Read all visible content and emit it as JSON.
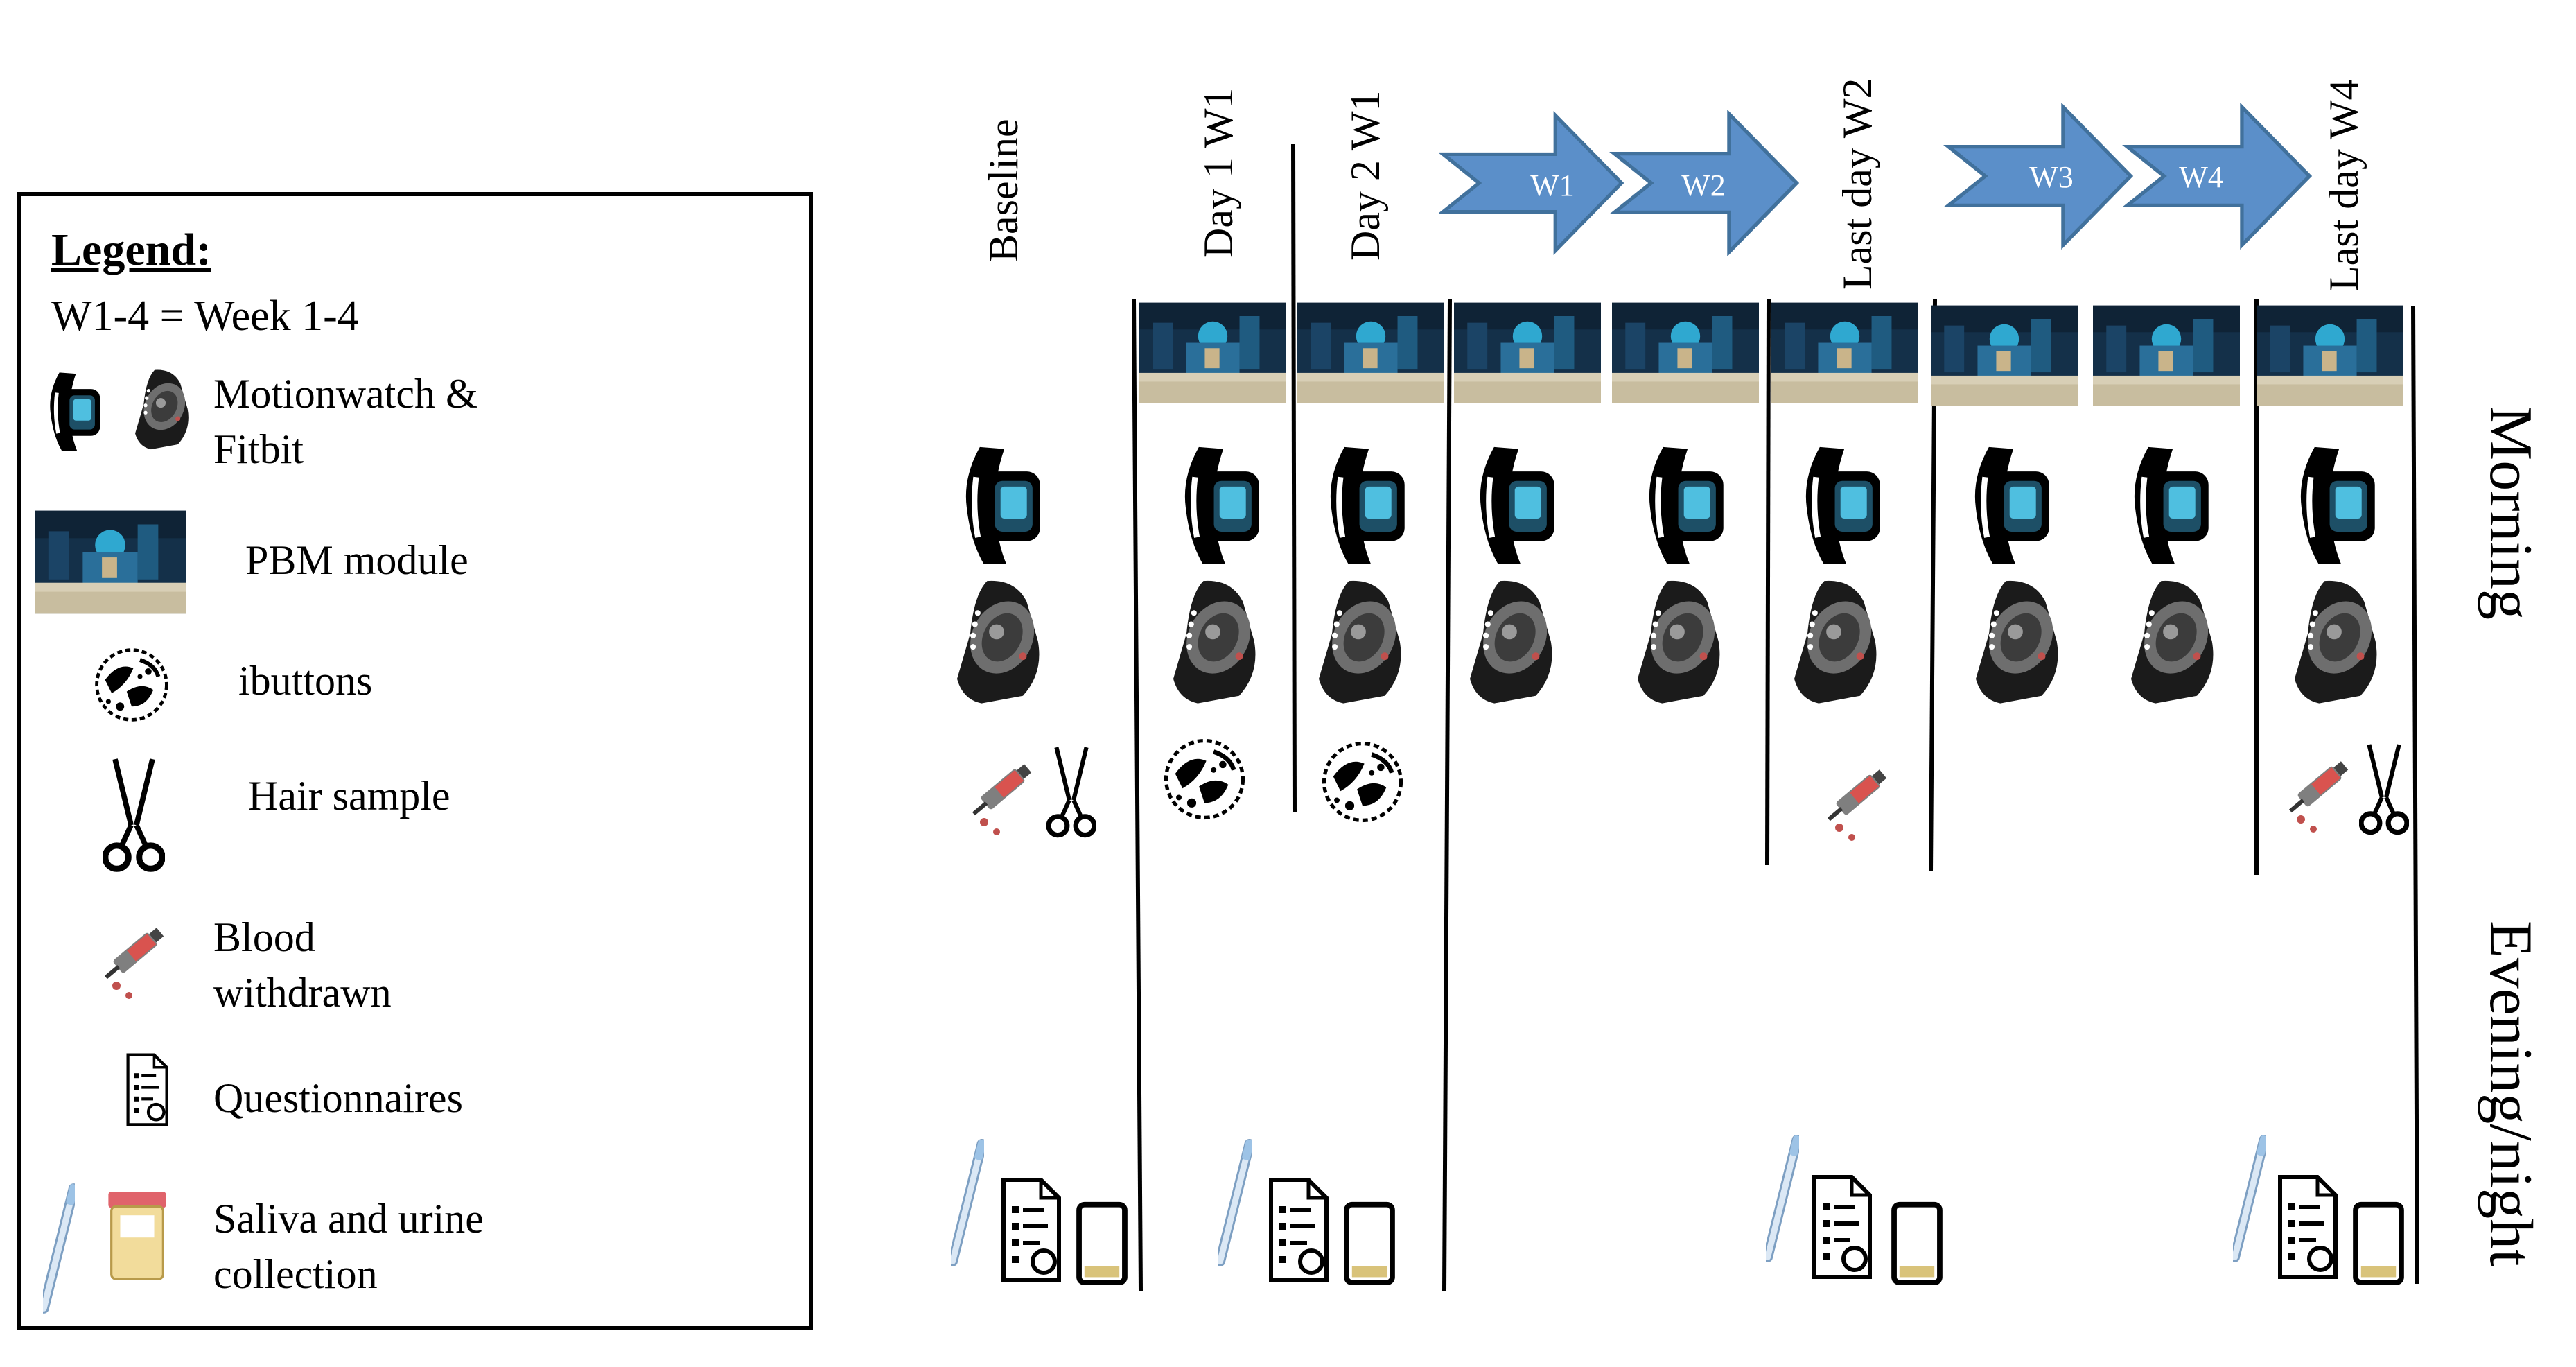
{
  "legend": {
    "title": "Legend:",
    "abbrev": "W1-4 = Week 1-4",
    "items": {
      "motionwatch": [
        "Motionwatch &",
        "Fitbit"
      ],
      "pbm": [
        "PBM module"
      ],
      "ibuttons": [
        "ibuttons"
      ],
      "hair": [
        "Hair sample"
      ],
      "blood": [
        "Blood",
        "withdrawn"
      ],
      "questionnaires": [
        "Questionnaires"
      ],
      "saliva": [
        "Saliva and urine",
        "collection"
      ]
    }
  },
  "timepoints": {
    "baseline": "Baseline",
    "day1": "Day 1 W1",
    "day2": "Day 2 W1",
    "last_w2": "Last day  W2",
    "last_w4": "Last day  W4"
  },
  "arrows": {
    "w1": "W1",
    "w2": "W2",
    "w3": "W3",
    "w4": "W4"
  },
  "side_labels": {
    "morning": "Morning",
    "evening": "Evening/night"
  },
  "colors": {
    "arrow_fill": "#5b8fc9",
    "arrow_stroke": "#41719c",
    "pbm_dark": "#1a3550",
    "pbm_teal": "#3bb3d6",
    "blood_red": "#c0504d",
    "tube_blue": "#9dc3e6",
    "cup_yellow": "#f2dc9b"
  },
  "icons": [
    "watch-icon",
    "fitbit-icon",
    "pbm-module-icon",
    "ibutton-icon",
    "scissors-icon",
    "blood-syringe-icon",
    "questionnaire-icon",
    "saliva-tube-icon",
    "urine-cup-icon"
  ]
}
